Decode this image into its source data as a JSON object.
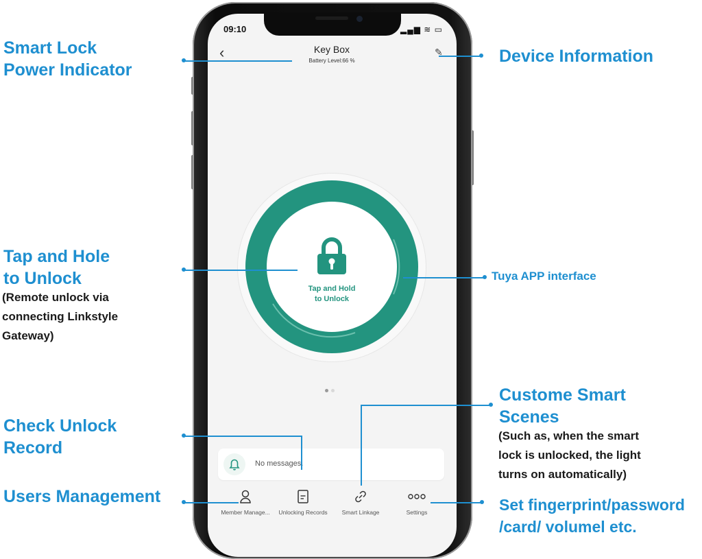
{
  "app": {
    "status_time": "09:10",
    "status_icons": "▂▄▆ ≋ ▭",
    "title": "Key Box",
    "battery": "Battery Level:66 %",
    "unlock_label_line1": "Tap and Hold",
    "unlock_label_line2": "to Unlock",
    "messages": "No messages.",
    "tabs": [
      {
        "label": "Member Manage...",
        "icon": "person-icon"
      },
      {
        "label": "Unlocking Records",
        "icon": "document-icon"
      },
      {
        "label": "Smart Linkage",
        "icon": "link-icon"
      },
      {
        "label": "Settings",
        "icon": "more-dots-icon"
      }
    ]
  },
  "annotations": {
    "power_indicator": [
      "Smart Lock",
      "Power Indicator"
    ],
    "device_info": "Device Information",
    "tap_hold": [
      "Tap and Hole",
      "to Unlock"
    ],
    "tap_hold_note": [
      "(Remote unlock via",
      "connecting Linkstyle",
      "Gateway)"
    ],
    "tuya": "Tuya APP interface",
    "custom_scenes": [
      "Custome Smart",
      "Scenes"
    ],
    "custom_scenes_note": [
      "(Such as, when the smart",
      "lock is unlocked, the light",
      "turns on automatically)"
    ],
    "check_record": [
      "Check Unlock",
      "Record"
    ],
    "users": "Users Management",
    "set_fingerprint": [
      "Set fingerprint/password",
      "/card/ volumel etc."
    ]
  },
  "colors": {
    "accent": "#23947f",
    "annotation": "#1e8fd0"
  }
}
